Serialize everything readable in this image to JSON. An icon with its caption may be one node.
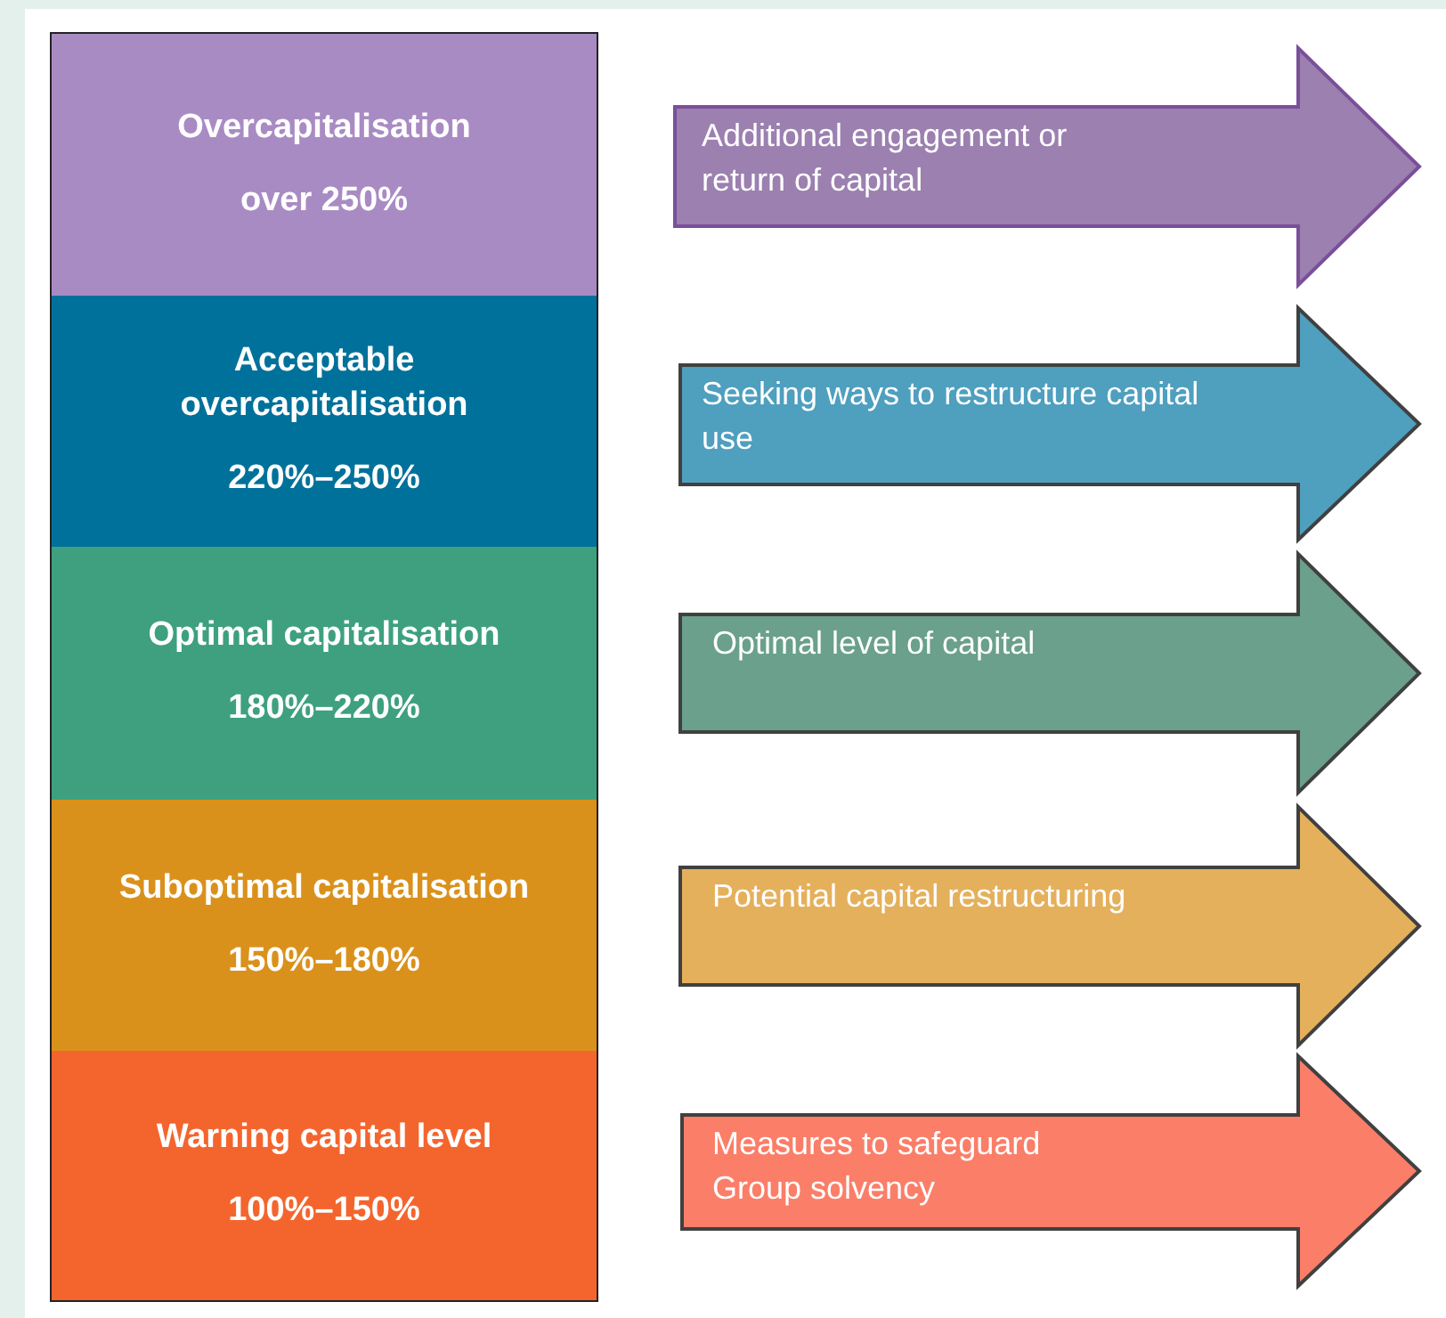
{
  "diagram": {
    "nodes": [
      {
        "text": [
          "Overcapitalisation",
          "over 250%"
        ]
      },
      {
        "text": [
          "Acceptable overcapitalisation",
          "220%–250%"
        ]
      },
      {
        "text": [
          "Optimal capitalisation",
          "180%–220%"
        ]
      },
      {
        "text": [
          "Suboptimal capitalisation",
          "150%–180%"
        ]
      },
      {
        "text": [
          "Warning capital level",
          "100%–150%"
        ]
      },
      {
        "text": [
          "Additional engagement or return of capital"
        ]
      },
      {
        "text": [
          "Seeking ways to restructure capital use"
        ]
      },
      {
        "text": [
          "Optimal level of capital"
        ]
      },
      {
        "text": [
          "Potential capital restructuring"
        ]
      },
      {
        "text": [
          "Measures to safeguard Group solvency"
        ]
      }
    ]
  }
}
